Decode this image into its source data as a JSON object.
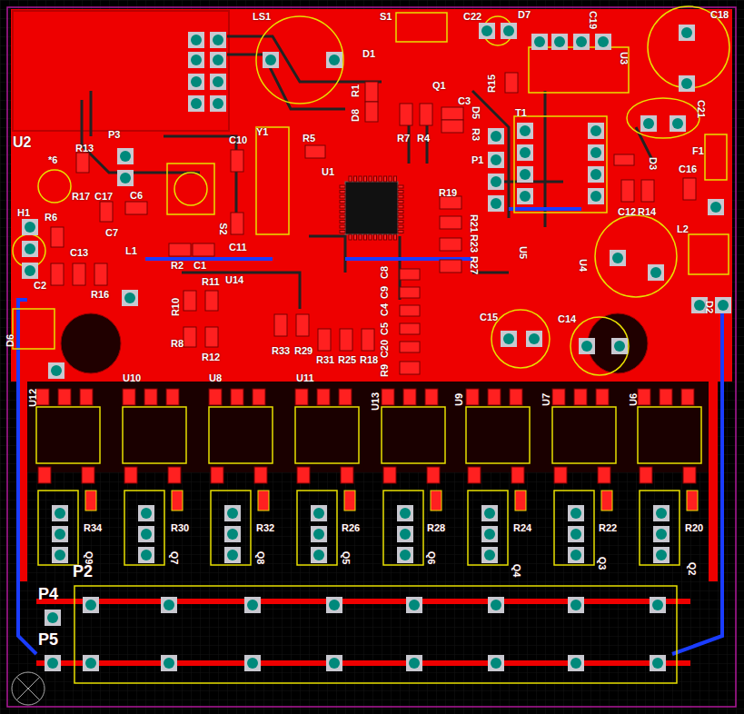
{
  "diagram": {
    "labels": [
      "U2",
      "LS1",
      "S1",
      "C22",
      "D7",
      "C19",
      "C18",
      "D1",
      "R1",
      "D8",
      "Q1",
      "R7",
      "R4",
      "D5",
      "C3",
      "R3",
      "R15",
      "U3",
      "C21",
      "T1",
      "P3",
      "R13",
      "*6",
      "C10",
      "Y1",
      "R5",
      "U1",
      "P1",
      "R19",
      "F1",
      "D3",
      "C16",
      "R17",
      "C17",
      "C6",
      "C7",
      "S2",
      "R21",
      "R23",
      "R27",
      "C12",
      "R14",
      "H1",
      "R6",
      "C13",
      "L1",
      "R2",
      "C1",
      "C11",
      "U5",
      "U4",
      "L2",
      "C2",
      "R16",
      "R11",
      "U14",
      "R10",
      "C8",
      "C9",
      "C4",
      "C5",
      "C20",
      "R9",
      "R8",
      "R12",
      "R33",
      "R29",
      "R31",
      "R25",
      "R18",
      "C15",
      "C14",
      "D2",
      "D6",
      "U12",
      "U10",
      "U8",
      "U11",
      "U13",
      "U9",
      "U7",
      "U6",
      "R34",
      "R30",
      "R32",
      "R26",
      "R28",
      "R24",
      "R22",
      "R20",
      "Q9",
      "Q7",
      "Q8",
      "Q5",
      "Q6",
      "Q4",
      "Q3",
      "Q2",
      "P2",
      "P4",
      "P5"
    ]
  }
}
